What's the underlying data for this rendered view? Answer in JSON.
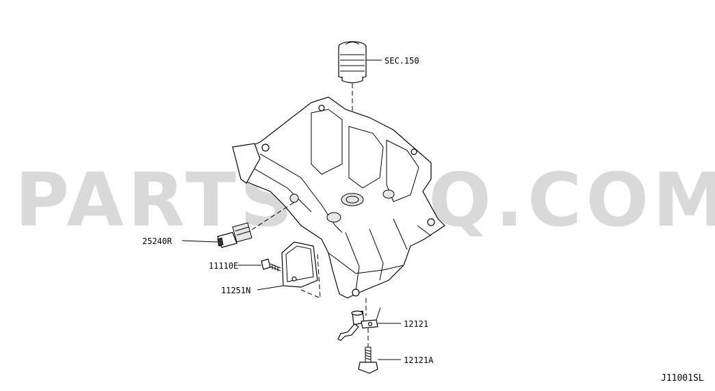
{
  "watermark": {
    "text": "PARTSOUQ.COM",
    "color": "#d9d9d9"
  },
  "callouts": {
    "sec150": "SEC.150",
    "p25240r": "25240R",
    "p11110e": "11110E",
    "p11251n": "11251N",
    "p12121": "12121",
    "p12121a": "12121A"
  },
  "diagram_code": "J11001SL"
}
